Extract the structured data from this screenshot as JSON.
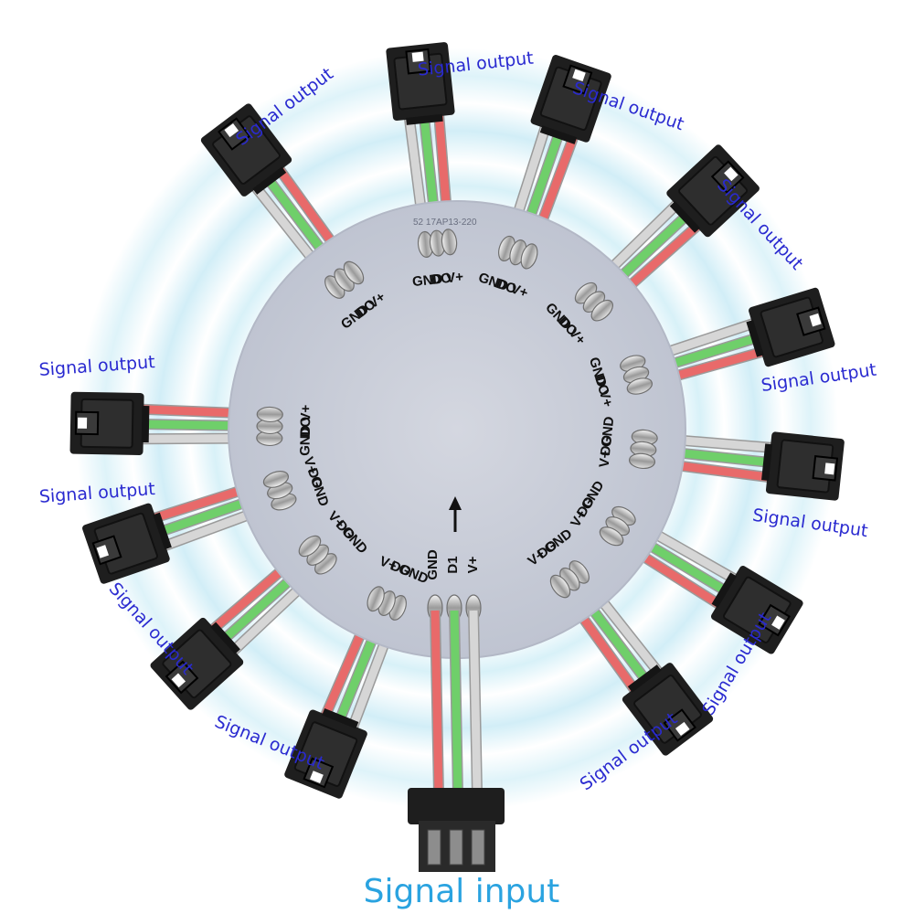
{
  "pcb": {
    "part_code": "52  17AP13-220",
    "direction_arrow": "up-arrow"
  },
  "input": {
    "label": "Signal input",
    "pins": [
      "GND",
      "D1",
      "V+"
    ]
  },
  "outputs": [
    {
      "label": "Signal output",
      "pins": [
        "GND",
        "DO",
        "V+"
      ]
    },
    {
      "label": "Signal output",
      "pins": [
        "GND",
        "DO",
        "V+"
      ]
    },
    {
      "label": "Signal output",
      "pins": [
        "GND",
        "DO",
        "V+"
      ]
    },
    {
      "label": "Signal output",
      "pins": [
        "GND",
        "DO",
        "V+"
      ]
    },
    {
      "label": "Signal output",
      "pins": [
        "GND",
        "DO",
        "V+"
      ]
    },
    {
      "label": "Signal output",
      "pins": [
        "GND",
        "DO",
        "V+"
      ]
    },
    {
      "label": "Signal output",
      "pins": [
        "GND",
        "DO",
        "V+"
      ]
    },
    {
      "label": "Signal output",
      "pins": [
        "GND",
        "DO",
        "V+"
      ]
    },
    {
      "label": "Signal output",
      "pins": [
        "GND",
        "DO",
        "V+"
      ]
    },
    {
      "label": "Signal output",
      "pins": [
        "GND",
        "DO",
        "V+"
      ]
    },
    {
      "label": "Signal output",
      "pins": [
        "GND",
        "DO",
        "V+"
      ]
    },
    {
      "label": "Signal output",
      "pins": [
        "GND",
        "DO",
        "V+"
      ]
    }
  ],
  "colors": {
    "wire_vplus": "#e86a6a",
    "wire_data": "#6fcf6a",
    "wire_gnd": "#d6d6d6",
    "connector": "#1e1e1e",
    "pcb": "#c9cdd8",
    "glow": "#bfe8f4",
    "output_label": "#2a2ad0",
    "input_label": "#2aa3e0"
  }
}
